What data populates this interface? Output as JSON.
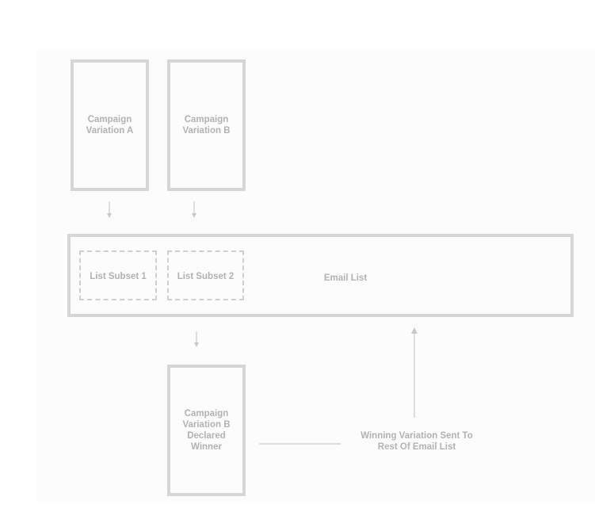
{
  "variation_a": {
    "label": "Campaign\nVariation A"
  },
  "variation_b": {
    "label": "Campaign\nVariation B"
  },
  "email_list": {
    "label": "Email List",
    "subset_1": "List Subset 1",
    "subset_2": "List Subset 2"
  },
  "winner": {
    "label": "Campaign\nVariation B\nDeclared\nWinner"
  },
  "result": {
    "label": "Winning Variation Sent To\nRest Of Email List"
  },
  "colors": {
    "box_border": "#d6d6d6",
    "text": "#b2b2b2",
    "arrow": "#c8c8c8",
    "panel": "#fcfcfc"
  }
}
